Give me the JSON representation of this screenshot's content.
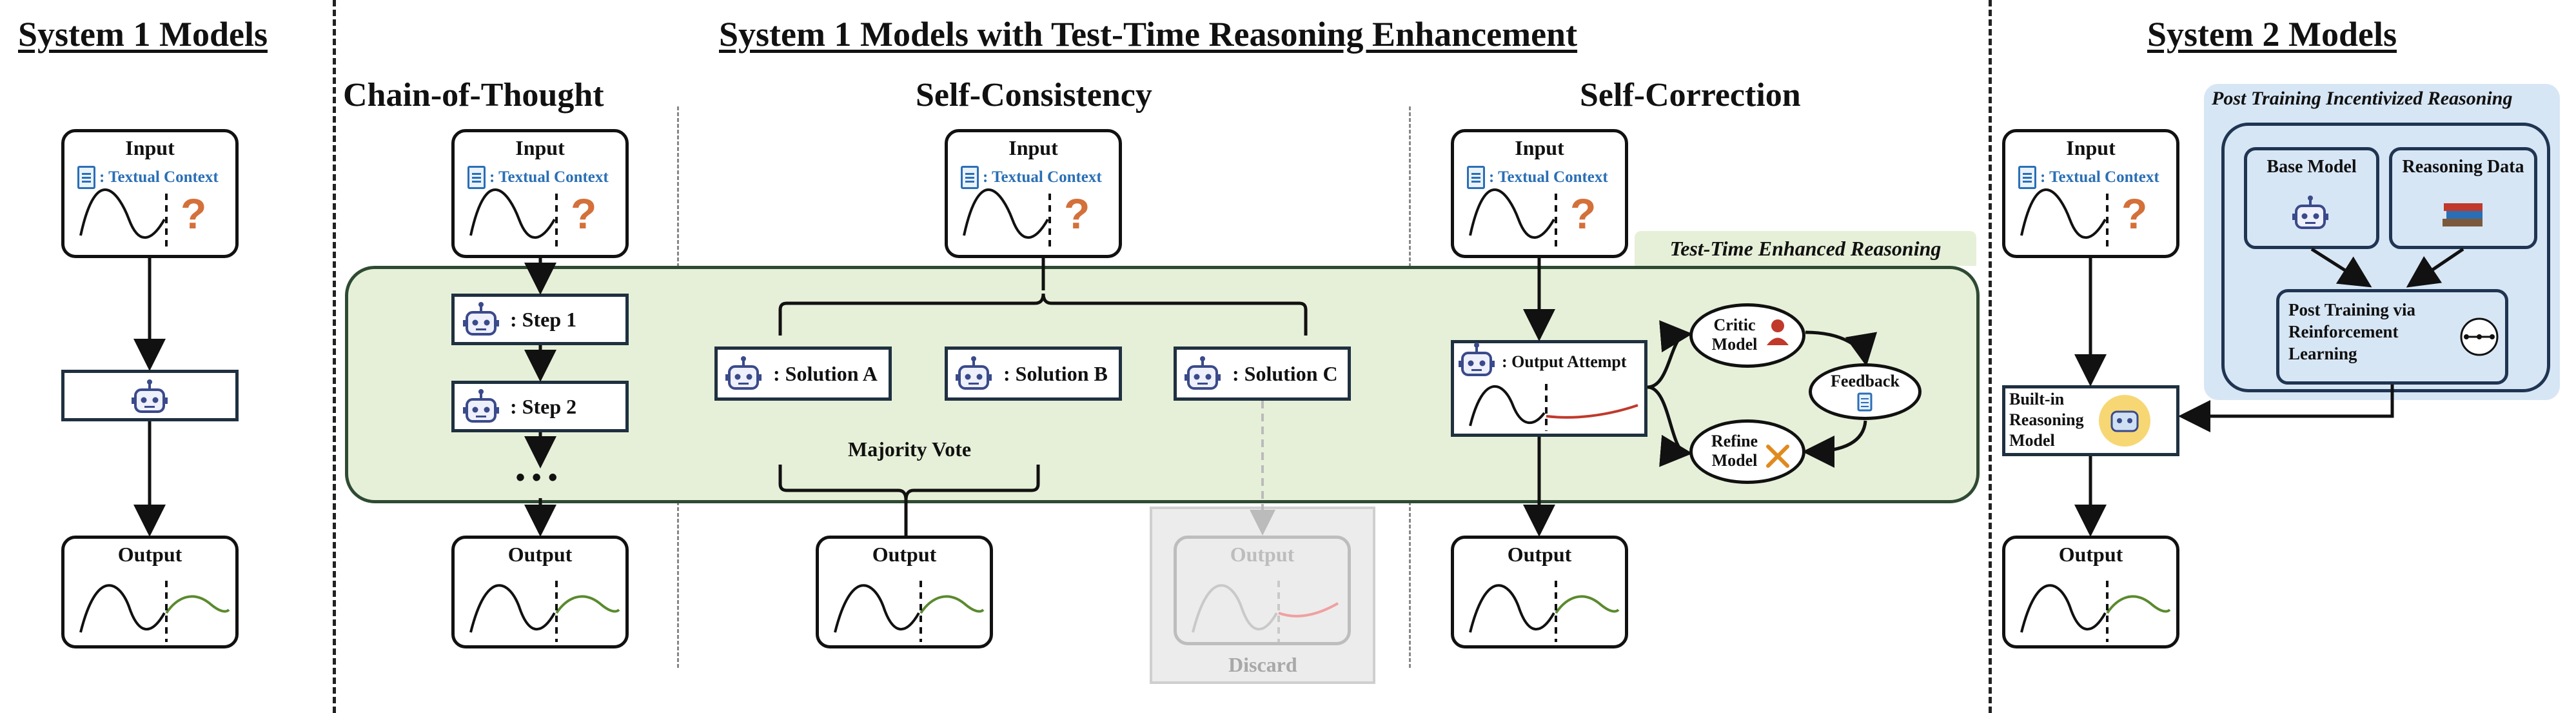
{
  "sections": {
    "system1": "System 1 Models",
    "enhanced": "System 1 Models with Test-Time Reasoning Enhancement",
    "system2": "System 2 Models"
  },
  "methods": {
    "cot": "Chain-of-Thought",
    "sc": "Self-Consistency",
    "scorr": "Self-Correction"
  },
  "labels": {
    "input": "Input",
    "output": "Output",
    "textual_context": ": Textual Context",
    "question_mark": "?",
    "step1": ": Step 1",
    "step2": ": Step 2",
    "ellipsis": "• • •",
    "solution_a": ": Solution A",
    "solution_b": ": Solution B",
    "solution_c": ": Solution C",
    "majority_vote": "Majority Vote",
    "discard": "Discard",
    "output_attempt": ": Output Attempt",
    "critic_model_1": "Critic",
    "critic_model_2": "Model",
    "feedback": "Feedback",
    "refine_model_1": "Refine",
    "refine_model_2": "Model",
    "test_time_enhanced": "Test-Time Enhanced Reasoning",
    "post_training_incentivized": "Post Training Incentivized Reasoning",
    "base_model": "Base Model",
    "reasoning_data": "Reasoning Data",
    "post_training_1": "Post Training via",
    "post_training_2": "Reinforcement",
    "post_training_3": "Learning",
    "builtin_1": "Built-in",
    "builtin_2": "Reasoning",
    "builtin_3": "Model"
  },
  "colors": {
    "green_panel": "#e6f0d8",
    "blue_panel": "#d7e6f5",
    "context_text": "#2a6fb5",
    "question": "#d4703a",
    "green_curve": "#5a8a2e",
    "red_curve": "#c0392b",
    "robot": "#3a4a8a"
  },
  "icons": [
    "document-icon",
    "robot-icon",
    "critic-person-icon",
    "refine-tools-icon",
    "books-icon",
    "rl-cycle-icon",
    "brain-robot-icon"
  ]
}
